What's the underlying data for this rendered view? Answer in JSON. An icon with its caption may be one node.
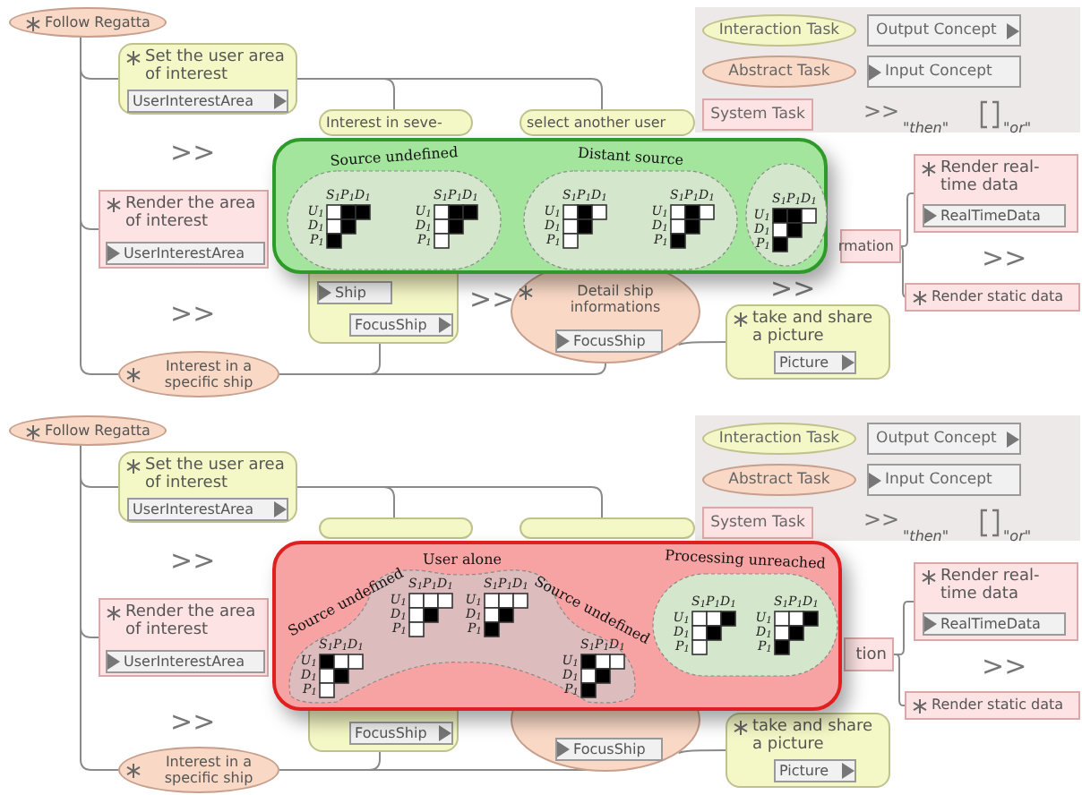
{
  "diagram": {
    "nodes": [
      {
        "text": [
          "Follow Regatta"
        ]
      },
      {
        "text": [
          "Set the user area of interest"
        ]
      },
      {
        "text": [
          "UserInterestArea"
        ],
        "in": 1
      },
      {
        "text": [
          "Render the area of interest"
        ]
      },
      {
        "text": [
          "UserInterestArea"
        ],
        "in": 3
      },
      {
        "text": [
          "Interest in seve-"
        ]
      },
      {
        "text": [
          "select another user"
        ]
      },
      {
        "text": [],
        "shape": "box"
      },
      {
        "text": [
          "Ship"
        ],
        "in": 7
      },
      {
        "text": [
          "FocusShip"
        ],
        "in": 7
      },
      {
        "text": [
          "Detail ship informations"
        ]
      },
      {
        "text": [
          "FocusShip"
        ],
        "in": 10
      },
      {
        "text": [
          "rmation"
        ]
      },
      {
        "text": [
          "Render real-time data"
        ]
      },
      {
        "text": [
          "RealTimeData"
        ],
        "in": 13
      },
      {
        "text": [
          "Render static data"
        ]
      },
      {
        "text": [
          "take and share a picture"
        ]
      },
      {
        "text": [
          "Picture"
        ],
        "in": 16
      },
      {
        "text": [
          "Interest in a specific ship"
        ]
      },
      {
        "text": [],
        "shape": "box"
      },
      {
        "text": [
          "Source undefined"
        ],
        "in": 19
      },
      {
        "text": [
          "Distant source"
        ],
        "in": 19
      },
      {
        "text": [],
        "shape": "circle",
        "in": 19
      },
      {
        "text": [
          "Follow Regatta"
        ]
      },
      {
        "text": [
          "Set the user area of interest"
        ]
      },
      {
        "text": [
          "UserInterestArea"
        ],
        "in": 24
      },
      {
        "text": [
          "Render the area of interest"
        ]
      },
      {
        "text": [
          "UserInterestArea"
        ],
        "in": 26
      },
      {
        "text": [],
        "shape": "box"
      },
      {
        "text": [],
        "shape": "box"
      },
      {
        "text": [],
        "shape": "box"
      },
      {
        "text": [
          "FocusShip"
        ],
        "in": 30
      },
      {
        "text": [],
        "shape": "ellipse"
      },
      {
        "text": [
          "FocusShip"
        ],
        "in": 32
      },
      {
        "text": [
          "tion"
        ]
      },
      {
        "text": [
          "Render real-time data"
        ]
      },
      {
        "text": [
          "RealTimeData"
        ],
        "in": 35
      },
      {
        "text": [
          "Render static data"
        ]
      },
      {
        "text": [
          "take and share a picture"
        ]
      },
      {
        "text": [
          "Picture"
        ],
        "in": 38
      },
      {
        "text": [
          "Interest in a specific ship"
        ]
      },
      {
        "text": [],
        "shape": "box"
      },
      {
        "text": [
          "Source undefined",
          "User alone",
          "Source undefined"
        ],
        "in": 41
      },
      {
        "text": [
          "Processing unreached"
        ],
        "in": 41
      }
    ],
    "edges": [
      {
        "from": 0,
        "to": 1,
        "arrow": "none"
      },
      {
        "from": 0,
        "to": 3,
        "arrow": "none"
      },
      {
        "from": 0,
        "to": 18,
        "arrow": "none"
      },
      {
        "from": 1,
        "to": 5,
        "arrow": "none"
      },
      {
        "from": 1,
        "to": 6,
        "arrow": "none"
      },
      {
        "from": 18,
        "to": 7,
        "arrow": "none"
      },
      {
        "from": 18,
        "to": 10,
        "arrow": "none"
      },
      {
        "from": 10,
        "to": 16,
        "arrow": "none"
      },
      {
        "from": 12,
        "to": 13,
        "arrow": "none"
      },
      {
        "from": 12,
        "to": 15,
        "arrow": "none"
      },
      {
        "from": 23,
        "to": 24,
        "arrow": "none"
      },
      {
        "from": 23,
        "to": 26,
        "arrow": "none"
      },
      {
        "from": 23,
        "to": 40,
        "arrow": "none"
      },
      {
        "from": 24,
        "to": 28,
        "arrow": "none"
      },
      {
        "from": 24,
        "to": 29,
        "arrow": "none"
      },
      {
        "from": 40,
        "to": 30,
        "arrow": "none"
      },
      {
        "from": 40,
        "to": 32,
        "arrow": "none"
      },
      {
        "from": 32,
        "to": 38,
        "arrow": "none"
      },
      {
        "from": 34,
        "to": 35,
        "arrow": "none"
      },
      {
        "from": 34,
        "to": 37,
        "arrow": "none"
      }
    ],
    "labels": [
      ">>",
      ">>",
      ">>",
      ">>",
      ">>",
      ">>",
      "S$_{1}$",
      "P$_{1}$",
      "D$_{1}$",
      "U$_{1}$",
      "D$_{1}$",
      "P$_{1}$",
      "S$_{1}$",
      "P$_{1}$",
      "D$_{1}$",
      "U$_{1}$",
      "D$_{1}$",
      "P$_{1}$",
      "S$_{1}$",
      "P$_{1}$",
      "D$_{1}$",
      "U$_{1}$",
      "D$_{1}$",
      "P$_{1}$",
      "S$_{1}$",
      "P$_{1}$",
      "D$_{1}$",
      "U$_{1}$",
      "D$_{1}$",
      "P$_{1}$",
      "S$_{1}$",
      "P$_{1}$",
      "D$_{1}$",
      "U$_{1}$",
      "D$_{1}$",
      "P$_{1}$",
      ">>",
      ">>",
      ">>",
      ">>",
      "S$_{1}$",
      "P$_{1}$",
      "D$_{1}$",
      "U$_{1}$",
      "D$_{1}$",
      "P$_{1}$",
      "S$_{1}$",
      "P$_{1}$",
      "D$_{1}$",
      "U$_{1}$",
      "D$_{1}$",
      "P$_{1}$",
      "S$_{1}$",
      "P$_{1}$",
      "D$_{1}$",
      "U$_{1}$",
      "D$_{1}$",
      "P$_{1}$",
      "S$_{1}$",
      "P$_{1}$",
      "D$_{1}$",
      "U$_{1}$",
      "D$_{1}$",
      "P$_{1}$",
      "S$_{1}$",
      "P$_{1}$",
      "D$_{1}$",
      "U$_{1}$",
      "D$_{1}$",
      "P$_{1}$",
      "S$_{1}$",
      "P$_{1}$",
      "D$_{1}$",
      "U$_{1}$",
      "D$_{1}$",
      "P$_{1}$"
    ],
    "legend": [
      {
        "text": "Interaction Task"
      },
      {
        "text": "Output Concept"
      },
      {
        "text": "Abstract Task"
      },
      {
        "text": "Input Concept"
      },
      {
        "text": "System Task"
      },
      {
        "text": "\"then\""
      },
      {
        "text": "\"or\""
      },
      {
        "text": "Interaction Task"
      },
      {
        "text": "Output Concept"
      },
      {
        "text": "Abstract Task"
      },
      {
        "text": "Input Concept"
      },
      {
        "text": "System Task"
      },
      {
        "text": "\"then\""
      },
      {
        "text": "\"or\""
      }
    ]
  }
}
